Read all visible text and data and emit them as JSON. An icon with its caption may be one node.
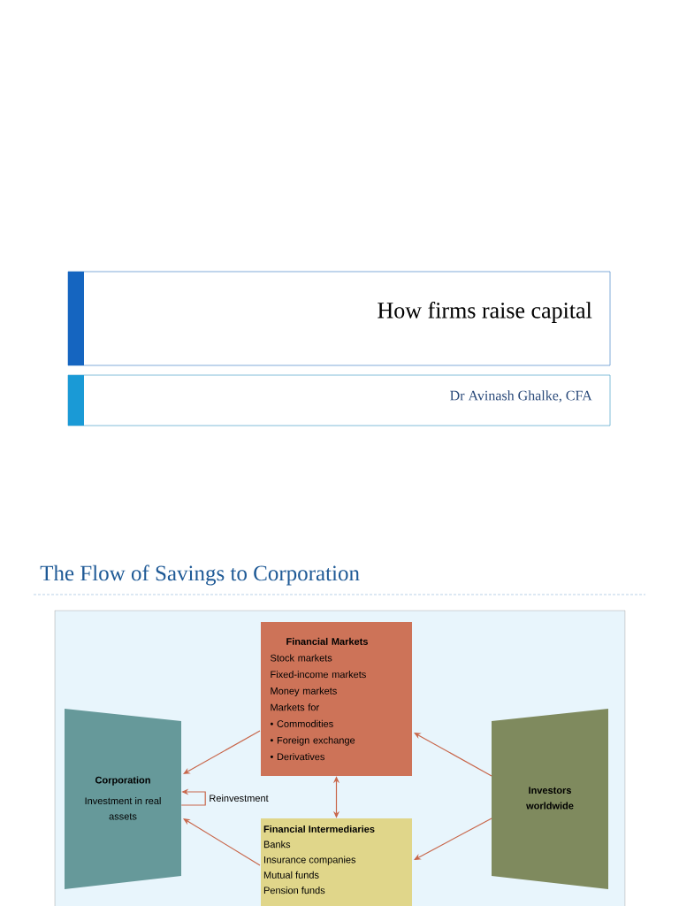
{
  "diagram": {
    "title": "The Flow of Savings to Corporation",
    "nodes": [
      {
        "text": [
          "How firms raise capital"
        ]
      },
      {
        "text": [
          "Dr Avinash Ghalke, CFA"
        ]
      },
      {
        "text": [
          "Financial Markets",
          "Stock markets",
          "Fixed-income markets",
          "Money markets",
          "Markets for",
          "• Commodities",
          "• Foreign exchange",
          "• Derivatives"
        ]
      },
      {
        "text": [
          "Corporation",
          "Investment in real assets"
        ]
      },
      {
        "text": [
          "Investors worldwide"
        ]
      },
      {
        "text": [
          "Financial Intermediaries",
          "Banks",
          "Insurance companies",
          "Mutual funds",
          "Pension funds"
        ]
      }
    ],
    "edges": [
      {
        "from": 2,
        "to": 3,
        "arrow": "to"
      },
      {
        "from": 4,
        "to": 2,
        "arrow": "to"
      },
      {
        "from": 2,
        "to": 5,
        "arrow": "both"
      },
      {
        "from": 5,
        "to": 3,
        "arrow": "to"
      },
      {
        "from": 4,
        "to": 5,
        "arrow": "to"
      },
      {
        "from": 3,
        "to": 3,
        "label": "Reinvestment",
        "arrow": "to"
      }
    ]
  }
}
